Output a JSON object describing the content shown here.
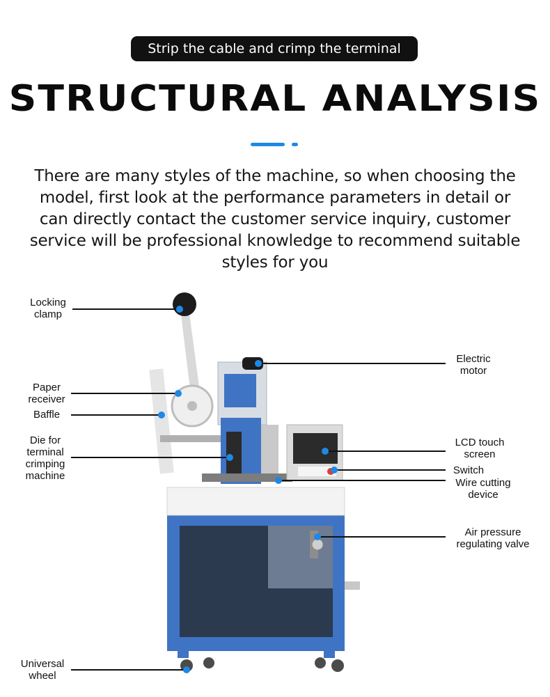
{
  "header": {
    "tagline": "Strip the cable and crimp the terminal",
    "title": "STRUCTURAL ANALYSIS",
    "intro": "There are many styles of the machine, so when choosing the model, first look at the performance parameters in detail or can directly contact the customer service inquiry, customer service will be professional knowledge to recommend suitable styles for you"
  },
  "callouts": {
    "locking_clamp": "Locking\nclamp",
    "paper_receiver": "Paper\nreceiver",
    "baffle": "Baffle",
    "die": "Die for\nterminal\ncrimping\nmachine",
    "universal_wheel": "Universal\nwheel",
    "electric_motor": "Electric\nmotor",
    "lcd_touch_screen": "LCD touch\nscreen",
    "switch": "Switch",
    "wire_cutting_device": "Wire cutting\ndevice",
    "air_pressure_valve": "Air pressure\nregulating valve"
  },
  "colors": {
    "accent": "#1e88e5",
    "machine_blue": "#3f74c4",
    "title_black": "#0b0b0b"
  }
}
